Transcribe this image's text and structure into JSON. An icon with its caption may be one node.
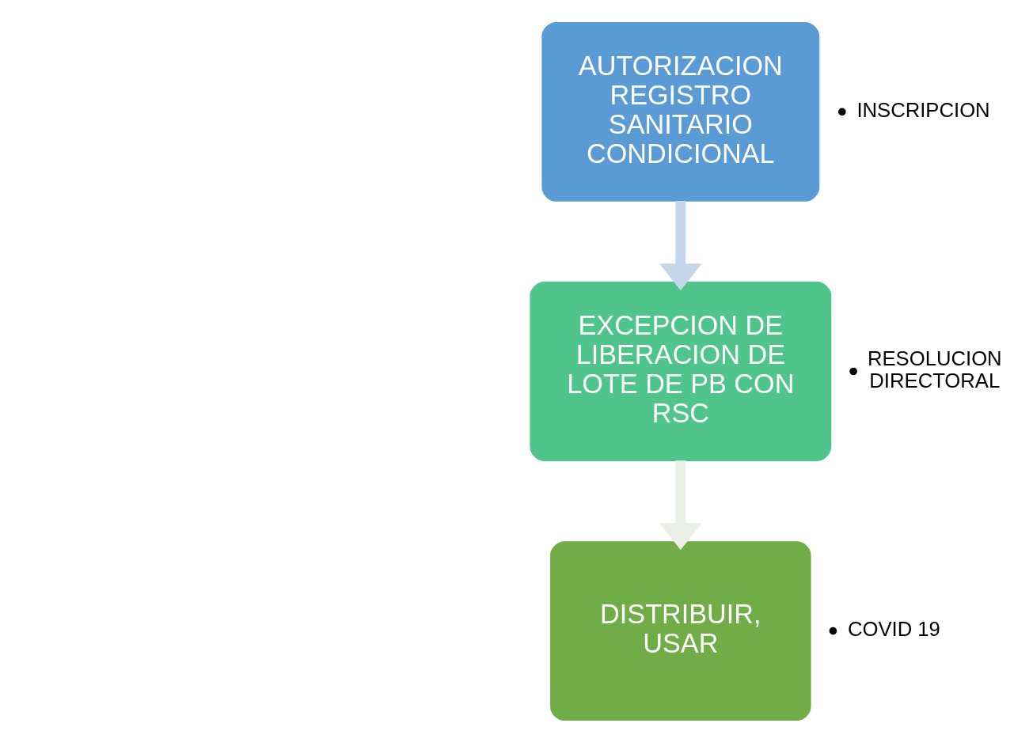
{
  "diagram": {
    "nodes": [
      {
        "text": [
          "AUTORIZACION REGISTRO SANITARIO CONDICIONAL"
        ],
        "beside": [
          "INSCRIPCION"
        ]
      },
      {
        "text": [
          "EXCEPCION DE LIBERACION DE LOTE DE PB CON RSC"
        ],
        "beside": [
          "RESOLUCION DIRECTORAL"
        ]
      },
      {
        "text": [
          "DISTRIBUIR, USAR"
        ],
        "beside": [
          "COVID 19"
        ]
      }
    ],
    "edges": [
      {
        "from": 0,
        "to": 1,
        "arrow": "to",
        "color": "#c5d5ea"
      },
      {
        "from": 1,
        "to": 2,
        "arrow": "to",
        "color": "#e9eee6"
      }
    ]
  }
}
